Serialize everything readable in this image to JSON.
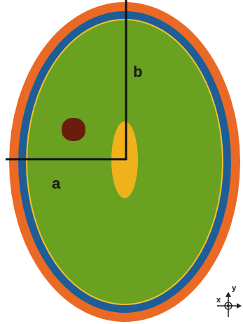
{
  "diagram": {
    "labels": [
      "b",
      "a",
      "x",
      "y"
    ]
  }
}
